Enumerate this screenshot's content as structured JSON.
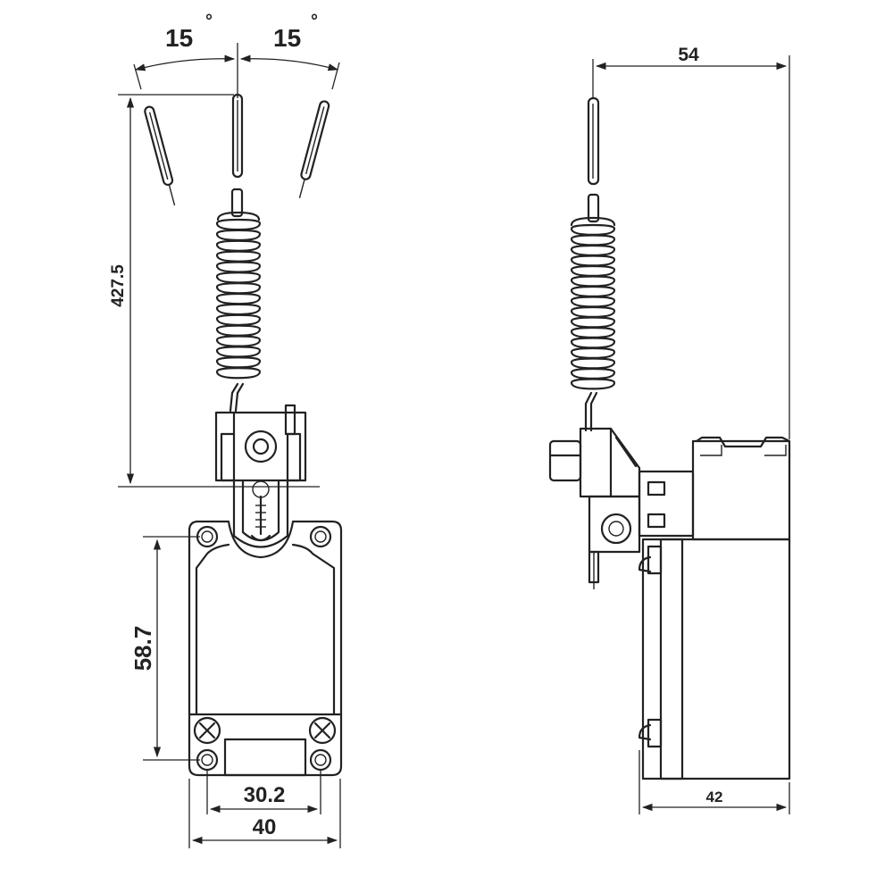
{
  "front_view": {
    "angle_left": "15",
    "angle_right": "15",
    "degree_symbol": "°",
    "height_overall": "427.5",
    "mount_hole_spacing_vertical": "58.7",
    "mount_hole_spacing_horizontal": "30.2",
    "body_width": "40"
  },
  "side_view": {
    "overall_depth": "54",
    "body_depth": "42"
  },
  "colors": {
    "line": "#222222",
    "background": "#ffffff"
  }
}
